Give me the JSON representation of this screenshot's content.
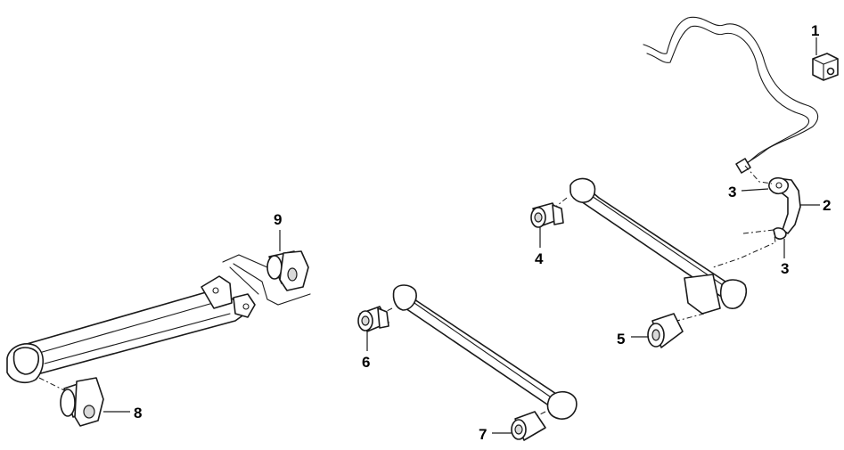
{
  "callouts": [
    {
      "id": "1",
      "label": "1"
    },
    {
      "id": "2",
      "label": "2"
    },
    {
      "id": "3a",
      "label": "3"
    },
    {
      "id": "3b",
      "label": "3"
    },
    {
      "id": "4",
      "label": "4"
    },
    {
      "id": "5",
      "label": "5"
    },
    {
      "id": "6",
      "label": "6"
    },
    {
      "id": "7",
      "label": "7"
    },
    {
      "id": "8",
      "label": "8"
    },
    {
      "id": "9",
      "label": "9"
    }
  ]
}
